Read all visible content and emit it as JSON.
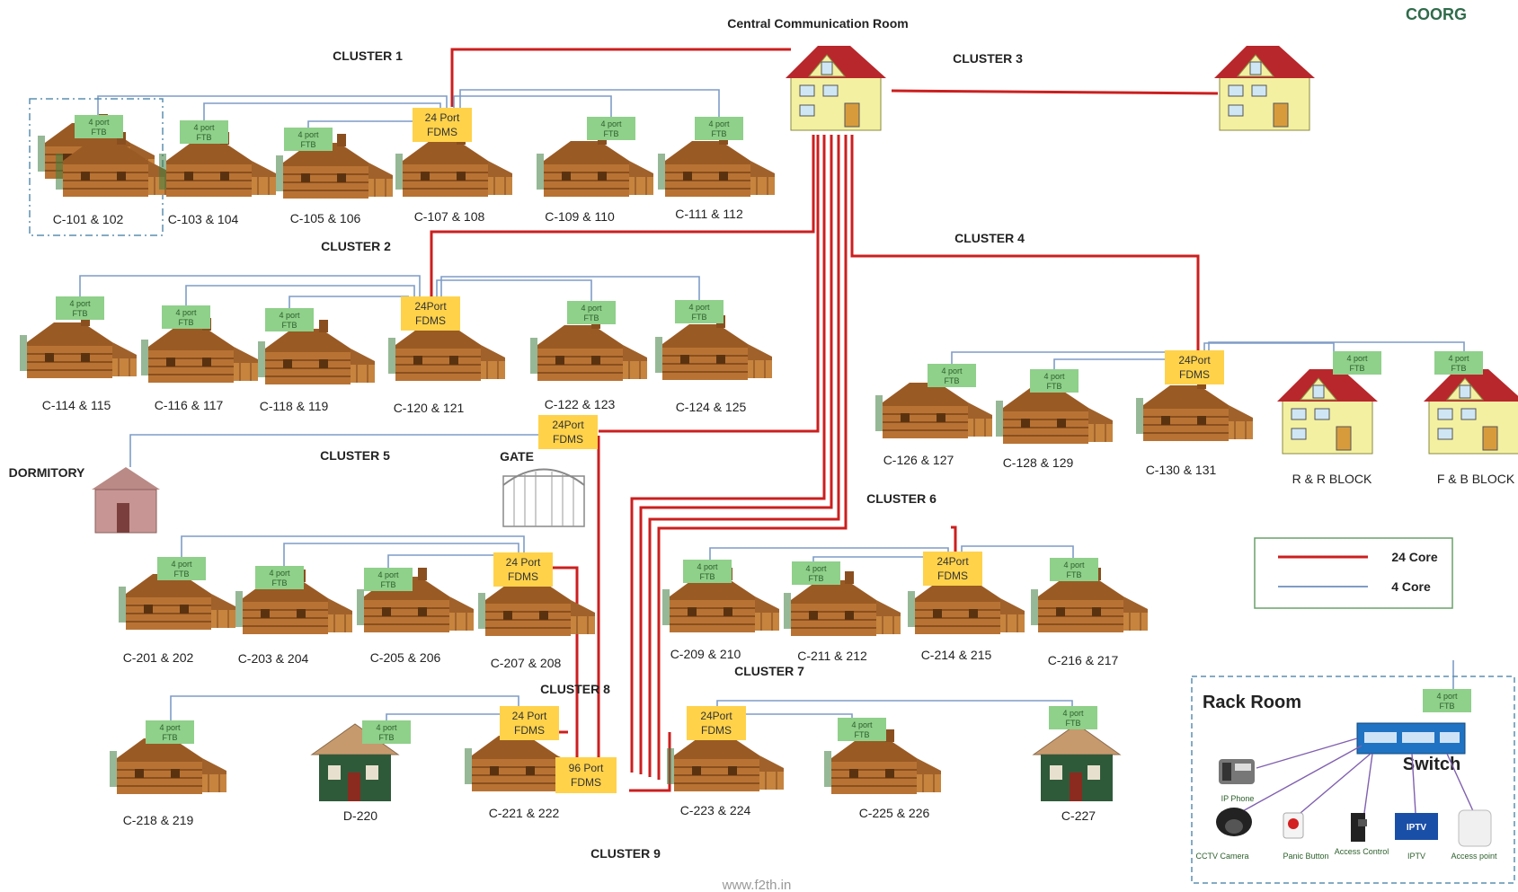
{
  "title": "COORG",
  "central": "Central Communication Room",
  "watermark": "www.f2th.in",
  "clusters": [
    "CLUSTER 1",
    "CLUSTER 2",
    "CLUSTER 3",
    "CLUSTER 4",
    "CLUSTER 5",
    "CLUSTER 6",
    "CLUSTER 7",
    "CLUSTER 8",
    "CLUSTER 9"
  ],
  "cottages": [
    "C-101 & 102",
    "C-103 & 104",
    "C-105 & 106",
    "C-107 & 108",
    "C-109 & 110",
    "C-111 & 112",
    "C-114 & 115",
    "C-116 & 117",
    "C-118 & 119",
    "C-120 & 121",
    "C-122 & 123",
    "C-124 & 125",
    "C-126 & 127",
    "C-128 & 129",
    "C-130 & 131",
    "R & R BLOCK",
    "F & B BLOCK",
    "C-201 & 202",
    "C-203 & 204",
    "C-205 & 206",
    "C-207 & 208",
    "C-209 & 210",
    "C-211 & 212",
    "C-214 & 215",
    "C-216 & 217",
    "C-218 & 219",
    "D-220",
    "C-221 & 222",
    "C-223 & 224",
    "C-225 & 226",
    "C-227"
  ],
  "places": {
    "dormitory": "DORMITORY",
    "gate": "GATE"
  },
  "ftb_line1": "4 port",
  "ftb_line2": "FTB",
  "fdms": {
    "c1": [
      "24 Port",
      "FDMS"
    ],
    "c2": [
      "24Port",
      "FDMS"
    ],
    "c5": [
      "24Port",
      "FDMS"
    ],
    "c4": [
      "24Port",
      "FDMS"
    ],
    "c8a": [
      "24 Port",
      "FDMS"
    ],
    "c6": [
      "24Port",
      "FDMS"
    ],
    "c8b": [
      "24 Port",
      "FDMS"
    ],
    "c9": [
      "24Port",
      "FDMS"
    ],
    "main": [
      "96 Port",
      "FDMS"
    ]
  },
  "legend": {
    "red": "24 Core",
    "blue": "4 Core",
    "red_color": "#cc1f1f",
    "blue_color": "#7f9cc7"
  },
  "rack": {
    "title": "Rack Room",
    "switch": "Switch",
    "devices": [
      "IP Phone",
      "CCTV Camera",
      "Panic Button",
      "Access Control",
      "IPTV",
      "Access point"
    ],
    "iptv_badge": "IPTV"
  }
}
